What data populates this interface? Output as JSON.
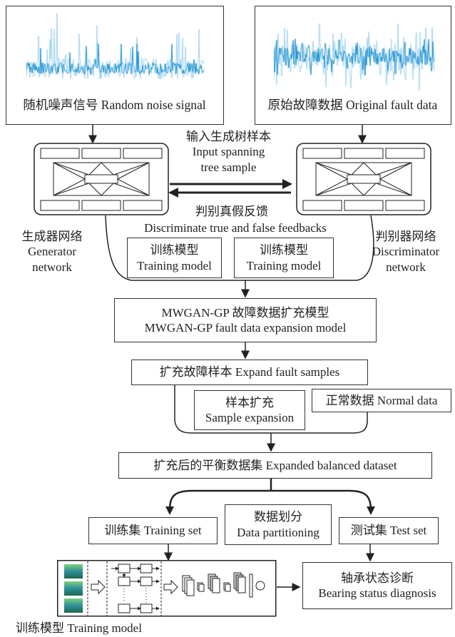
{
  "noise_panel": {
    "label": "随机噪声信号 Random noise signal"
  },
  "fault_panel": {
    "label": "原始故障数据 Original fault data"
  },
  "input_label": {
    "line1": "输入生成树样本",
    "line2": "Input spanning",
    "line3": "tree sample"
  },
  "feedback_label": {
    "line1": "判别真假反馈",
    "line2": "Discriminate true and false feedbacks"
  },
  "generator": {
    "line1": "生成器网络",
    "line2": "Generator",
    "line3": "network"
  },
  "discriminator": {
    "line1": "判别器网络",
    "line2": "Discriminator",
    "line3": "network"
  },
  "training_left": {
    "line1": "训练模型",
    "line2": "Training model"
  },
  "training_right": {
    "line1": "训练模型",
    "line2": "Training model"
  },
  "mwgan": {
    "line1": "MWGAN-GP 故障数据扩充模型",
    "line2": "MWGAN-GP fault data expansion model"
  },
  "expand_samples": {
    "label": "扩充故障样本 Expand fault samples"
  },
  "sample_expansion": {
    "line1": "样本扩充",
    "line2": "Sample expansion"
  },
  "normal_data": {
    "label": "正常数据 Normal data"
  },
  "balanced": {
    "label": "扩充后的平衡数据集 Expanded balanced dataset"
  },
  "training_set": {
    "label": "训练集 Training set"
  },
  "partitioning": {
    "line1": "数据划分",
    "line2": "Data partitioning"
  },
  "test_set": {
    "label": "测试集 Test set"
  },
  "diagnosis": {
    "line1": "轴承状态诊断",
    "line2": "Bearing status diagnosis"
  },
  "bottom_caption": {
    "label": "训练模型 Training model"
  },
  "colors": {
    "signal": "#1a8fd0",
    "signal_light": "#9fd3f0",
    "stroke": "#333333",
    "spectrogram": "#3fa874"
  }
}
